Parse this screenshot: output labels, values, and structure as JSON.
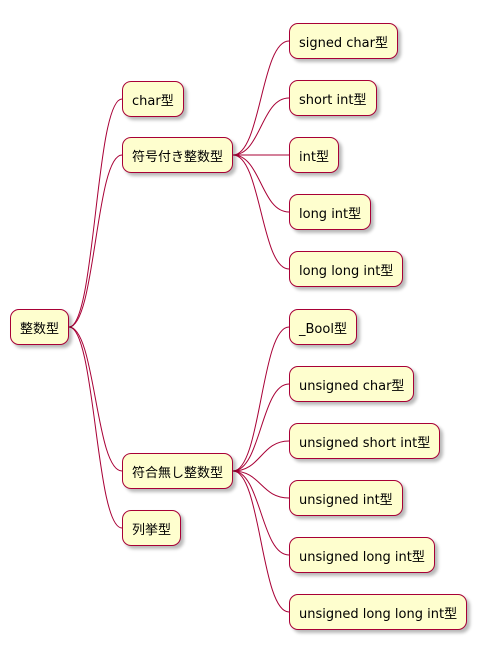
{
  "colors": {
    "node_fill": "#fefece",
    "node_border": "#a80036",
    "edge": "#a80036",
    "background": "#ffffff"
  },
  "mindmap": {
    "root": {
      "label": "整数型",
      "children": [
        {
          "label": "char型"
        },
        {
          "label": "符号付き整数型",
          "children": [
            {
              "label": "signed char型"
            },
            {
              "label": "short int型"
            },
            {
              "label": "int型"
            },
            {
              "label": "long int型"
            },
            {
              "label": "long long int型"
            }
          ]
        },
        {
          "label": "符合無し整数型",
          "children": [
            {
              "label": "_Bool型"
            },
            {
              "label": "unsigned char型"
            },
            {
              "label": "unsigned short int型"
            },
            {
              "label": "unsigned int型"
            },
            {
              "label": "unsigned long int型"
            },
            {
              "label": "unsigned long long int型"
            }
          ]
        },
        {
          "label": "列挙型"
        }
      ]
    }
  }
}
